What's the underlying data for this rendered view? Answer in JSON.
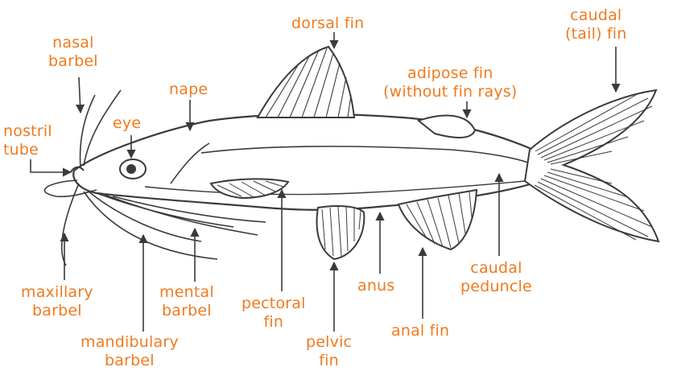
{
  "colors": {
    "label": "#f07a1e",
    "outline": "#3a3a3a",
    "background": "#ffffff"
  },
  "labels": {
    "dorsal_fin": [
      "dorsal fin"
    ],
    "caudal_fin": [
      "caudal",
      "(tail) fin"
    ],
    "nasal_barbel": [
      "nasal",
      "barbel"
    ],
    "adipose_fin": [
      "adipose fin",
      "(without fin rays)"
    ],
    "nape": [
      "nape"
    ],
    "eye": [
      "eye"
    ],
    "nostril_tube": [
      "nostril",
      "tube"
    ],
    "maxillary_barbel": [
      "maxillary",
      "barbel"
    ],
    "mental_barbel": [
      "mental",
      "barbel"
    ],
    "mandibulary_barbel": [
      "mandibulary",
      "barbel"
    ],
    "pectoral_fin": [
      "pectoral",
      "fin"
    ],
    "pelvic_fin": [
      "pelvic",
      "fin"
    ],
    "anus": [
      "anus"
    ],
    "anal_fin": [
      "anal fin"
    ],
    "caudal_peduncle": [
      "caudal",
      "peduncle"
    ]
  }
}
